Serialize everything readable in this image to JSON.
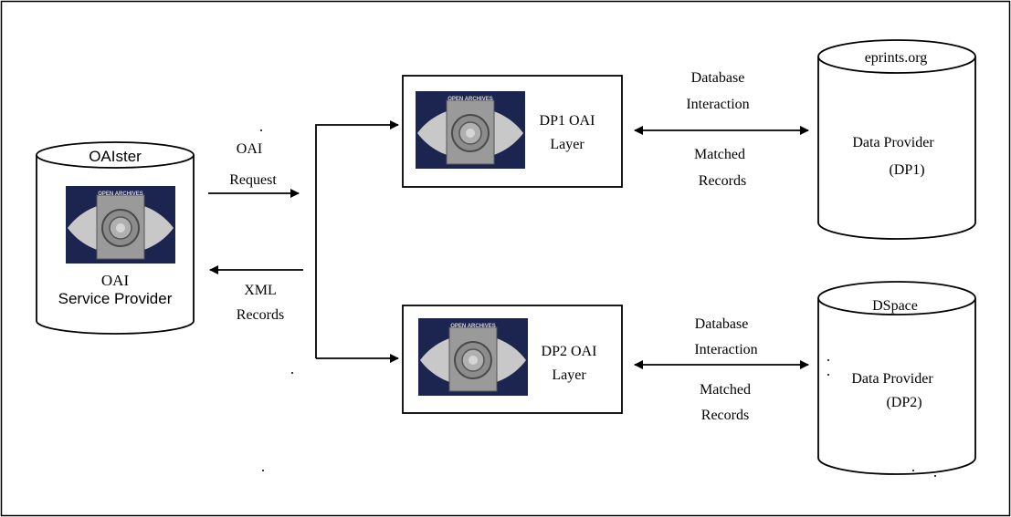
{
  "service_provider": {
    "db_title": "OAIster",
    "caption_line1": "OAI",
    "caption_line2": "Service Provider",
    "logo_text": "OPEN ARCHIVES"
  },
  "request_label": {
    "line1": "OAI",
    "line2": "Request"
  },
  "response_label": {
    "line1": "XML",
    "line2": "Records"
  },
  "layers": [
    {
      "line1": "DP1 OAI",
      "line2": "Layer",
      "logo_text": "OPEN ARCHIVES"
    },
    {
      "line1": "DP2 OAI",
      "line2": "Layer",
      "logo_text": "OPEN ARCHIVES"
    }
  ],
  "interactions": [
    {
      "top1": "Database",
      "top2": "Interaction",
      "bottom1": "Matched",
      "bottom2": "Records"
    },
    {
      "top1": "Database",
      "top2": "Interaction",
      "bottom1": "Matched",
      "bottom2": "Records"
    }
  ],
  "providers": [
    {
      "db_title": "eprints.org",
      "line1": "Data Provider",
      "line2": "(DP1)"
    },
    {
      "db_title": "DSpace",
      "line1": "Data Provider",
      "line2": "(DP2)"
    }
  ],
  "colors": {
    "logo_background": "#1c2450",
    "logo_eye": "#c8c8c8",
    "logo_panel": "#9a9a9a",
    "line": "#000000"
  }
}
